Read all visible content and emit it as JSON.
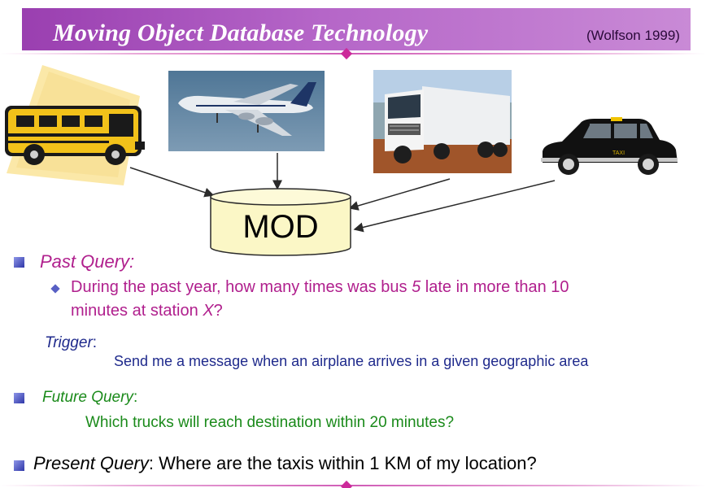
{
  "header": {
    "title": "Moving Object Database Technology",
    "citation": "(Wolfson 1999)"
  },
  "diagram": {
    "center_label": "MOD",
    "sources": [
      "school-bus",
      "airplane",
      "truck",
      "taxi"
    ],
    "taxi_sign": "TAXI"
  },
  "past_query": {
    "label": "Past Query:",
    "line1_a": "During the past year, how many times was bus ",
    "line1_var": "5",
    "line1_b": " late in more than 10",
    "line2_a": "minutes at station ",
    "line2_var": "X",
    "line2_b": "?"
  },
  "trigger": {
    "label": "Trigger",
    "colon": ":",
    "text": "Send me a message when an airplane arrives in a given geographic area"
  },
  "future_query": {
    "label": "Future Query",
    "colon": ":",
    "text": "Which trucks will reach destination within 20 minutes?"
  },
  "present_query": {
    "label": "Present Query",
    "text": ": Where are the taxis within 1 KM of my location?"
  },
  "colors": {
    "title_bar": "#9a3fb0",
    "magenta_text": "#b01f8d",
    "navy_text": "#1f2a8c",
    "green_text": "#1a8a1a",
    "mod_fill": "#fbf7c6"
  }
}
